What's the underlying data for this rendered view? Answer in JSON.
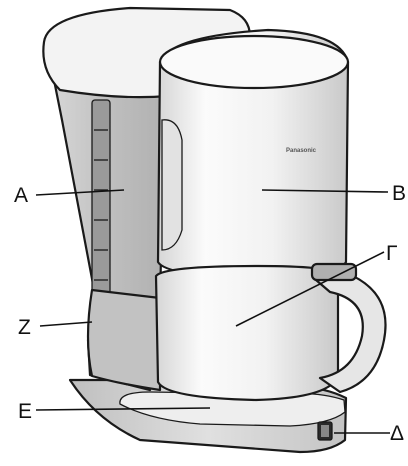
{
  "labels": {
    "A": "A",
    "B": "B",
    "gamma": "Γ",
    "Z": "Z",
    "E": "E",
    "delta": "Δ"
  },
  "brand_text": "Panasonic",
  "colors": {
    "body_grey": "#b5b5b5",
    "light_grey": "#dcdcdc",
    "white_part": "#f4f4f4",
    "outline": "#1a1a1a"
  }
}
